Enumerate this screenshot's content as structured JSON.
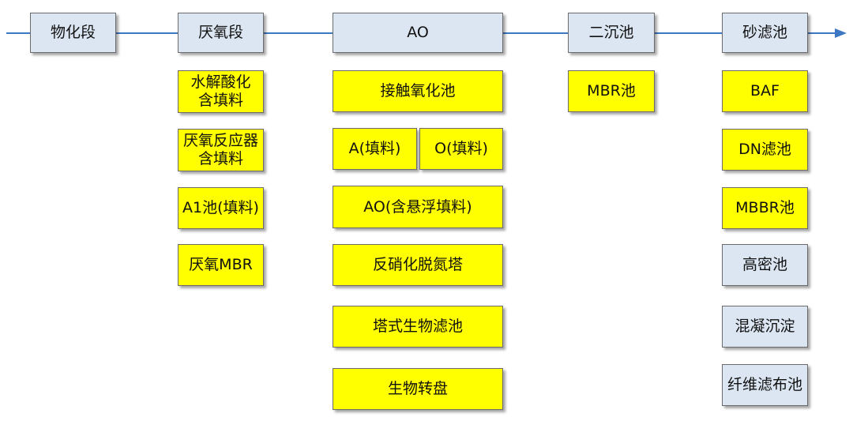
{
  "colors": {
    "stage_fill": "#dce6f2",
    "option_fill": "#ffff00",
    "secondary_fill": "#dce6f2",
    "flow_line": "#3d78c5"
  },
  "stages": [
    {
      "id": "physchem",
      "label": "物化段"
    },
    {
      "id": "anaerobic",
      "label": "厌氧段"
    },
    {
      "id": "ao",
      "label": "AO"
    },
    {
      "id": "secondary",
      "label": "二沉池"
    },
    {
      "id": "sandfilter",
      "label": "砂滤池"
    }
  ],
  "anaerobic_options": [
    {
      "label": "水解酸化\n含填料"
    },
    {
      "label": "厌氧反应器\n含填料"
    },
    {
      "label": "A1池(填料)"
    },
    {
      "label": "厌氧MBR"
    }
  ],
  "ao_options": {
    "contact": "接触氧化池",
    "a_fill": "A(填料)",
    "o_fill": "O(填料)",
    "ao_suspended": "AO(含悬浮填料)",
    "denitrify_tower": "反硝化脱氮塔",
    "tower_filter": "塔式生物滤池",
    "rotating_disc": "生物转盘"
  },
  "secondary_options": [
    {
      "label": "MBR池"
    }
  ],
  "sandfilter_options": [
    {
      "label": "BAF",
      "fill": "yellow"
    },
    {
      "label": "DN滤池",
      "fill": "yellow"
    },
    {
      "label": "MBBR池",
      "fill": "yellow"
    },
    {
      "label": "高密池",
      "fill": "grey"
    },
    {
      "label": "混凝沉淀",
      "fill": "grey"
    },
    {
      "label": "纤维滤布池",
      "fill": "grey"
    }
  ]
}
